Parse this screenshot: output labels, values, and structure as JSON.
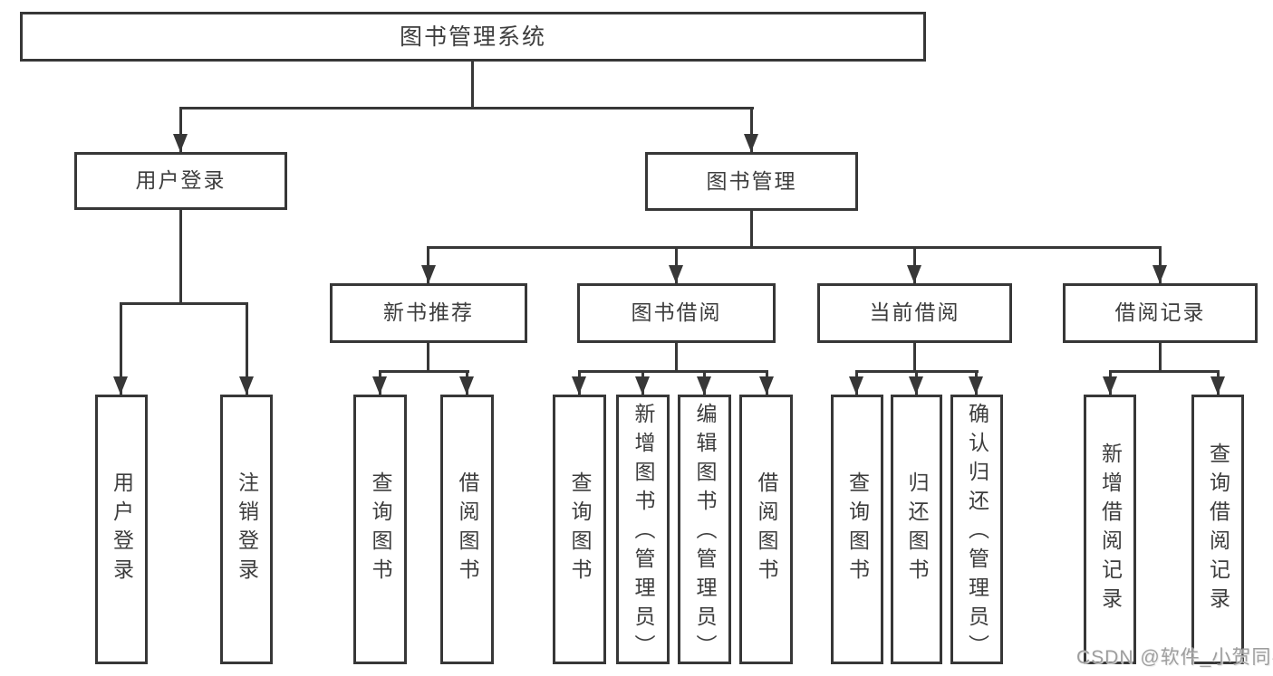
{
  "diagram": {
    "root": {
      "label": "图书管理系统"
    },
    "branches": [
      {
        "label": "用户登录",
        "children": [
          {
            "label": "用户登录"
          },
          {
            "label": "注销登录"
          }
        ]
      },
      {
        "label": "图书管理",
        "children": [
          {
            "label": "新书推荐",
            "children": [
              {
                "label": "查询图书"
              },
              {
                "label": "借阅图书"
              }
            ]
          },
          {
            "label": "图书借阅",
            "children": [
              {
                "label": "查询图书"
              },
              {
                "label": "新增图书（管理员）"
              },
              {
                "label": "编辑图书（管理员）"
              },
              {
                "label": "借阅图书"
              }
            ]
          },
          {
            "label": "当前借阅",
            "children": [
              {
                "label": "查询图书"
              },
              {
                "label": "归还图书"
              },
              {
                "label": "确认归还（管理员）"
              }
            ]
          },
          {
            "label": "借阅记录",
            "children": [
              {
                "label": "新增借阅记录"
              },
              {
                "label": "查询借阅记录"
              }
            ]
          }
        ]
      }
    ]
  },
  "watermark": {
    "text": "CSDN @软件_小贺同学"
  },
  "colors": {
    "line": "#373737",
    "text": "#3d3d3d",
    "box_fill": "#ffffff",
    "bg": "#ffffff",
    "watermark": "#9e9e9e"
  }
}
